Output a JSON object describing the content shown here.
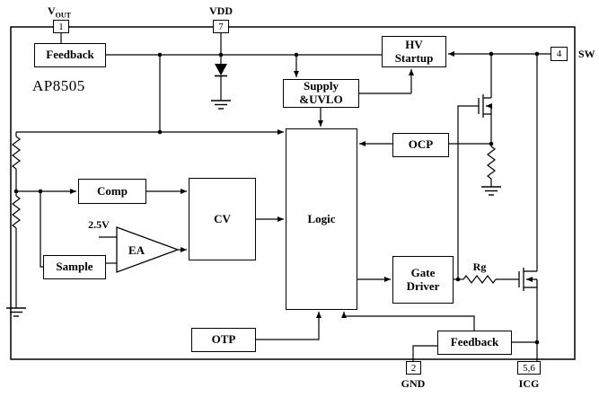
{
  "title": "AP8505",
  "blocks": {
    "feedback_top": "Feedback",
    "hv_startup": "HV\nStartup",
    "supply_uvlo": "Supply\n&UVLO",
    "ocp": "OCP",
    "comp": "Comp",
    "cv": "CV",
    "logic": "Logic",
    "ea": "EA",
    "sample": "Sample",
    "gate_driver": "Gate\nDriver",
    "otp": "OTP",
    "feedback_bottom": "Feedback"
  },
  "pins": {
    "vout": {
      "number": "1",
      "label": "V",
      "label_sub": "OUT"
    },
    "vdd": {
      "number": "7",
      "label": "VDD"
    },
    "sw": {
      "number": "4",
      "label": "SW"
    },
    "gnd": {
      "number": "2",
      "label": "GND"
    },
    "icg": {
      "number": "5,6",
      "label": "ICG"
    }
  },
  "annotations": {
    "vref": "2.5V",
    "gate_resistor": "Rg"
  },
  "colors": {
    "line": "#000000",
    "background": "#ffffff"
  }
}
